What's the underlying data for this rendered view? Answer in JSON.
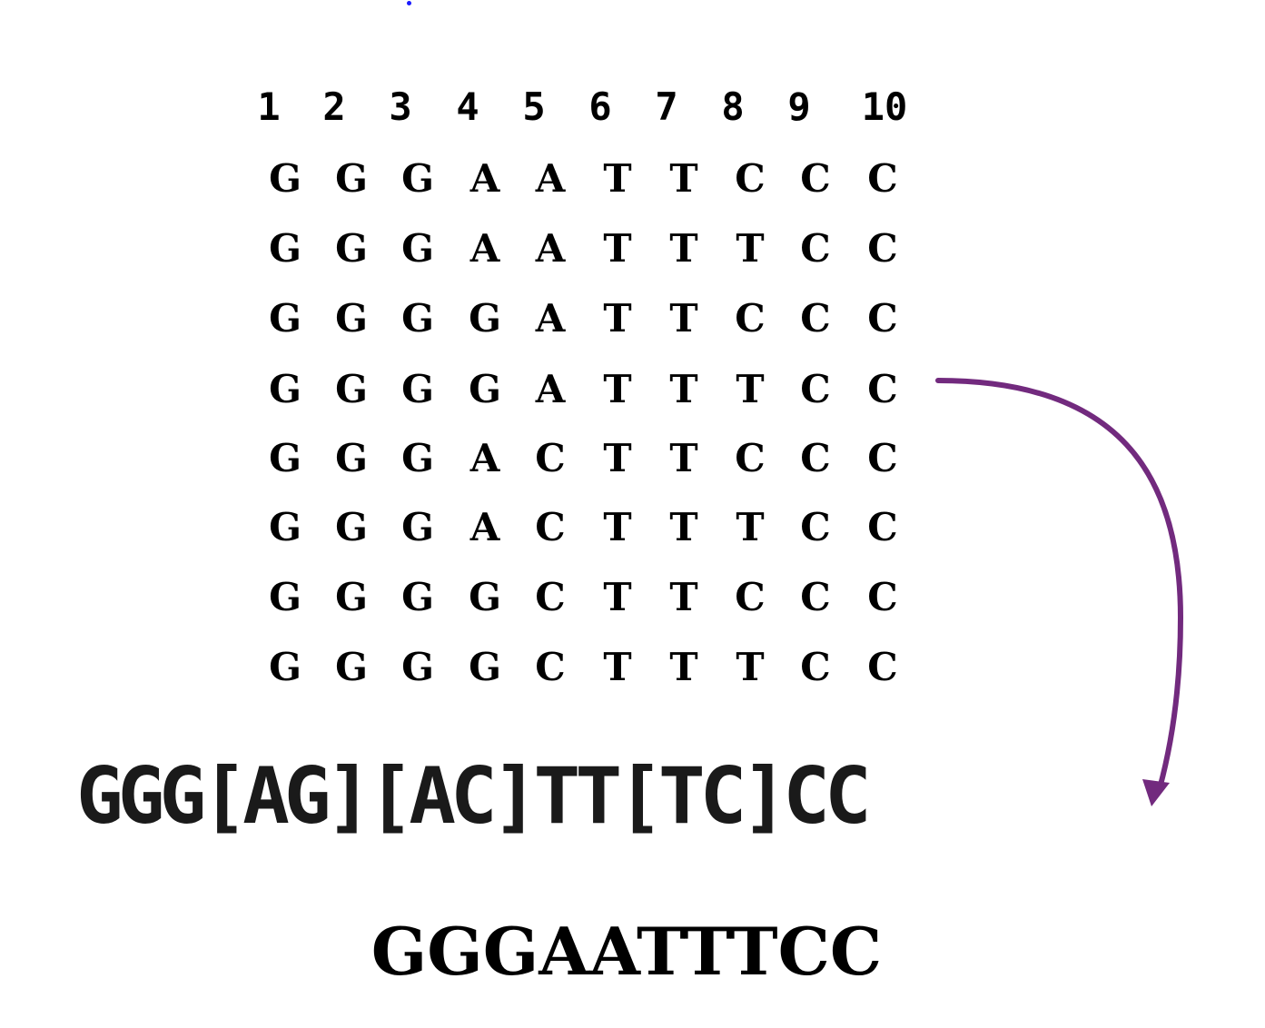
{
  "positions": [
    "1",
    "2",
    "3",
    "4",
    "5",
    "6",
    "7",
    "8",
    "9",
    "10"
  ],
  "sequences": [
    [
      "G",
      "G",
      "G",
      "A",
      "A",
      "T",
      "T",
      "C",
      "C",
      "C"
    ],
    [
      "G",
      "G",
      "G",
      "A",
      "A",
      "T",
      "T",
      "T",
      "C",
      "C"
    ],
    [
      "G",
      "G",
      "G",
      "G",
      "A",
      "T",
      "T",
      "C",
      "C",
      "C"
    ],
    [
      "G",
      "G",
      "G",
      "G",
      "A",
      "T",
      "T",
      "T",
      "C",
      "C"
    ],
    [
      "G",
      "G",
      "G",
      "A",
      "C",
      "T",
      "T",
      "C",
      "C",
      "C"
    ],
    [
      "G",
      "G",
      "G",
      "A",
      "C",
      "T",
      "T",
      "T",
      "C",
      "C"
    ],
    [
      "G",
      "G",
      "G",
      "G",
      "C",
      "T",
      "T",
      "C",
      "C",
      "C"
    ],
    [
      "G",
      "G",
      "G",
      "G",
      "C",
      "T",
      "T",
      "T",
      "C",
      "C"
    ]
  ],
  "pattern": "GGG[AG][AC]TT[TC]CC",
  "consensus": "GGGAATTTCC",
  "colors": {
    "arrow": "#722a7e",
    "dot": "#1a1aff",
    "text": "#000000"
  }
}
